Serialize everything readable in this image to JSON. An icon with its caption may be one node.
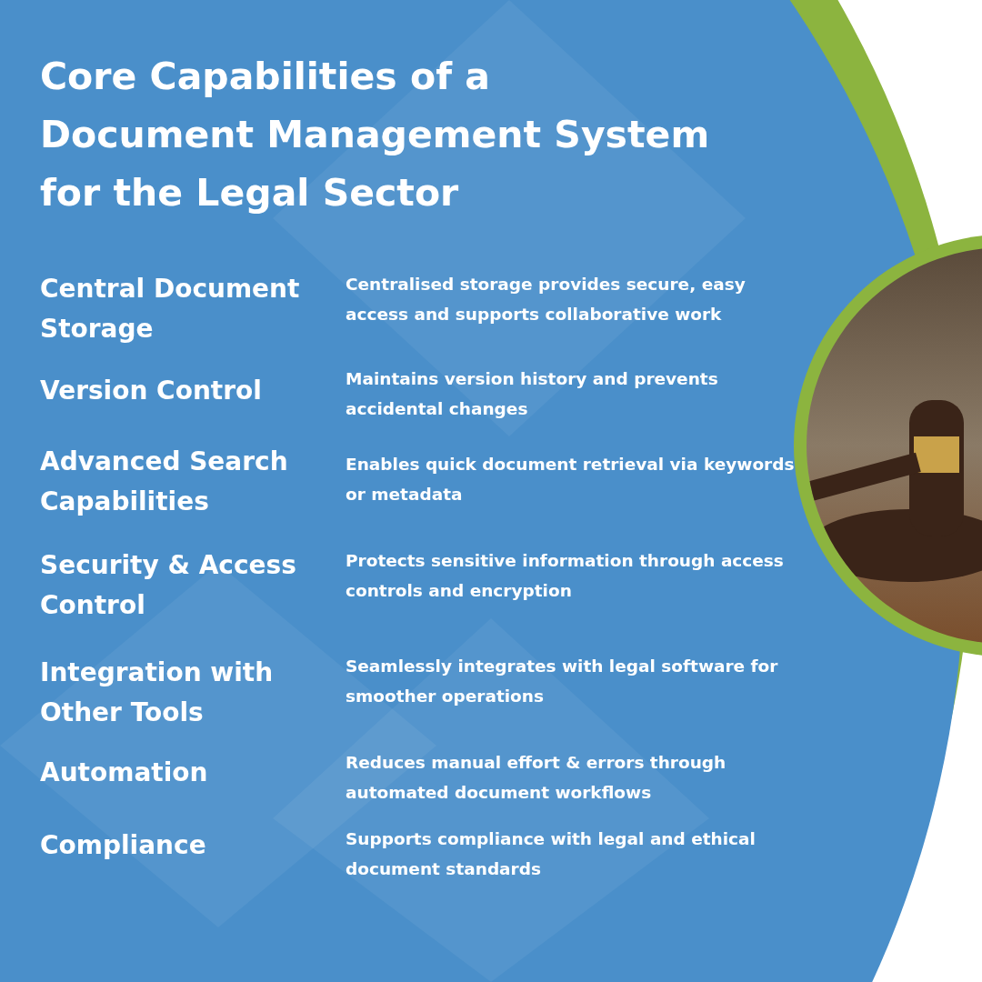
{
  "diagram": {
    "title": "Core Capabilities of a Document Management System for the Legal Sector",
    "labels": [
      "Central Document Storage",
      "Centralised storage provides secure, easy access and supports collaborative work",
      "Version Control",
      "Maintains version history and prevents accidental changes",
      "Advanced Search Capabilities",
      "Enables quick document retrieval via keywords or metadata",
      "Security & Access Control",
      "Protects sensitive information through access controls and encryption",
      "Integration with Other Tools",
      "Seamlessly integrates with legal software for smoother operations",
      "Automation",
      "Reduces manual effort & errors through automated document workflows",
      "Compliance",
      "Supports compliance with legal and ethical document standards"
    ]
  }
}
